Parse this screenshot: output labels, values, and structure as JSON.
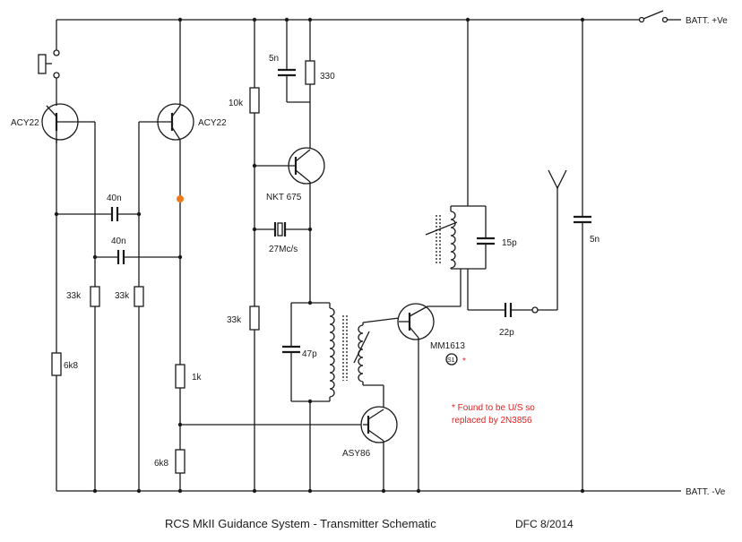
{
  "labels": {
    "batt_pos": "BATT. +Ve",
    "batt_neg": "BATT. -Ve",
    "q1": "ACY22",
    "q2": "ACY22",
    "q3": "NKT 675",
    "q4": "MM1613",
    "q5": "ASY86",
    "c_40n_a": "40n",
    "c_40n_b": "40n",
    "c_5n_top": "5n",
    "c_5n_right": "5n",
    "c_15p": "15p",
    "c_22p": "22p",
    "c_47p": "47p",
    "xtal": "27Mc/s",
    "r_330": "330",
    "r_10k": "10k",
    "r_33k_a": "33k",
    "r_33k_b": "33k",
    "r_33k_c": "33k",
    "r_6k8_a": "6k8",
    "r_6k8_b": "6k8",
    "r_1k": "1k",
    "s1_mark": "S1",
    "star": "*",
    "note_line1": "* Found to be U/S so",
    "note_line2": "replaced by 2N3856"
  },
  "caption": {
    "title": "RCS MkII Guidance System - Transmitter Schematic",
    "credit": "DFC 8/2014"
  },
  "colors": {
    "ink": "#1a1a1a",
    "note": "#e32020",
    "marker": "#f07a1a"
  }
}
